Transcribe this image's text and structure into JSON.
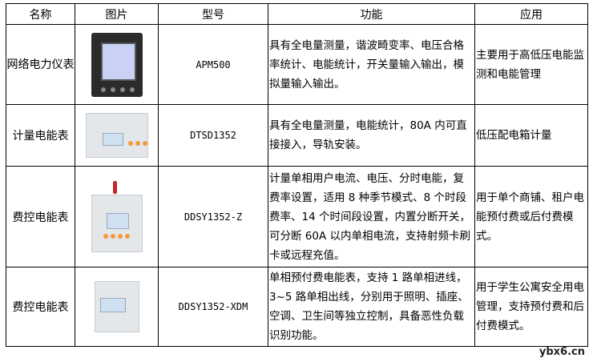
{
  "table": {
    "headers": [
      "名称",
      "图片",
      "型号",
      "功能",
      "应用"
    ],
    "rows": [
      {
        "name": "网络电力仪表",
        "image": "apm-meter-photo",
        "model": "APM500",
        "function": "具有全电量测量，谐波畸变率、电压合格率统计、电能统计，开关量输入输出，模拟量输入输出。",
        "application": "主要用于高低压电能监测和电能管理"
      },
      {
        "name": "计量电能表",
        "image": "din-rail-three-phase-meter-photo",
        "model": "DTSD1352",
        "function": "具有全电量测量，电能统计，80A 内可直接接入，导轨安装。",
        "application": "低压配电箱计量"
      },
      {
        "name": "费控电能表",
        "image": "prepaid-meter-with-antenna-photo",
        "model": "DDSY1352-Z",
        "function": "计量单相用户电流、电压、分时电能，复费率设置，适用 8 种季节模式、8 个时段费率、14 个时间段设置，内置分断开关，可分断 60A 以内单相电流，支持射频卡刷卡或远程充值。",
        "application": "用于单个商铺、租户电能预付费或后付费模式。"
      },
      {
        "name": "费控电能表",
        "image": "prepaid-meter-photo",
        "model": "DDSY1352-XDM",
        "function": "单相预付费电能表，支持 1 路单相进线，3~5 路单相出线，分别用于照明、插座、空调、卫生间等独立控制，具备恶性负载识别功能。",
        "application": "用于学生公寓安全用电管理，支持预付费和后付费模式。"
      }
    ]
  },
  "watermark": "ybx6.cn"
}
